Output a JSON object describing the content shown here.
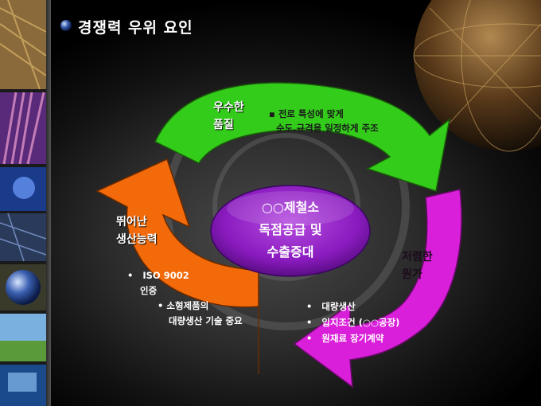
{
  "title": "경쟁력 우위 요인",
  "center": {
    "line1": "○○제철소",
    "line2": "독점공급 및",
    "line3": "수출증대"
  },
  "green_arrow": {
    "label_line1": "우수한",
    "label_line2": "품질",
    "bullet_marker": "▪",
    "bullet_line1": "전로 특성에 맞게",
    "bullet_line2": "순도,규격을 일정하게 주조"
  },
  "magenta_arrow": {
    "label_line1": "저렴한",
    "label_line2": "원가",
    "bullet_marker": "•",
    "bullets": [
      "대량생산",
      "입지조건 (○○공장)",
      "원재료 장기계약"
    ]
  },
  "orange_arrow": {
    "label_line1": "뛰어난",
    "label_line2": "생산능력",
    "bullet_marker": "•",
    "bullet1_line1": "ISO 9002",
    "bullet1_line2": "인증",
    "bullet2_line1": "소형제품의",
    "bullet2_line2": "대량생산 기술 중요"
  },
  "colors": {
    "green": "#33cc1a",
    "magenta": "#d91fd9",
    "orange": "#f26a0a",
    "purple": "#8a1bbf"
  }
}
